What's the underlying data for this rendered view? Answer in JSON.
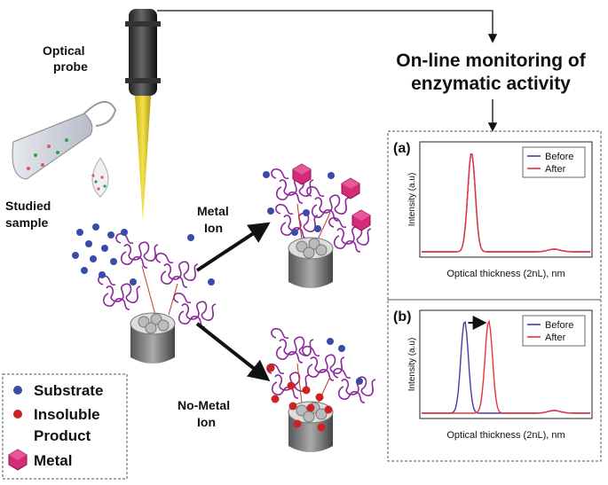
{
  "probe": {
    "label_line1": "Optical",
    "label_line2": "probe"
  },
  "sample": {
    "label_line1": "Studied",
    "label_line2": "sample"
  },
  "heading": {
    "line1": "On-line monitoring of",
    "line2": "enzymatic activity"
  },
  "branch_metal": {
    "line1": "Metal",
    "line2": "Ion"
  },
  "branch_nometal": {
    "line1": "No-Metal",
    "line2": "Ion"
  },
  "legend": {
    "substrate": "Substrate",
    "product_line1": "Insoluble",
    "product_line2": "Product",
    "metal": "Metal",
    "colors": {
      "substrate": "#3a4ba8",
      "product": "#cc2222",
      "metal": "#d42a78"
    }
  },
  "chart_data": [
    {
      "type": "line",
      "panel_label": "(a)",
      "xlabel": "Optical thickness (2nL), nm",
      "ylabel": "Intensity (a.u)",
      "series": [
        {
          "name": "Before",
          "color": "#4a3aa0",
          "peak_x": 0.3
        },
        {
          "name": "After",
          "color": "#e8333c",
          "peak_x": 0.3
        }
      ]
    },
    {
      "type": "line",
      "panel_label": "(b)",
      "xlabel": "Optical thickness (2nL), nm",
      "ylabel": "Intensity (a.u)",
      "series": [
        {
          "name": "Before",
          "color": "#4a3aa0",
          "peak_x": 0.26
        },
        {
          "name": "After",
          "color": "#e8333c",
          "peak_x": 0.4
        }
      ]
    }
  ]
}
